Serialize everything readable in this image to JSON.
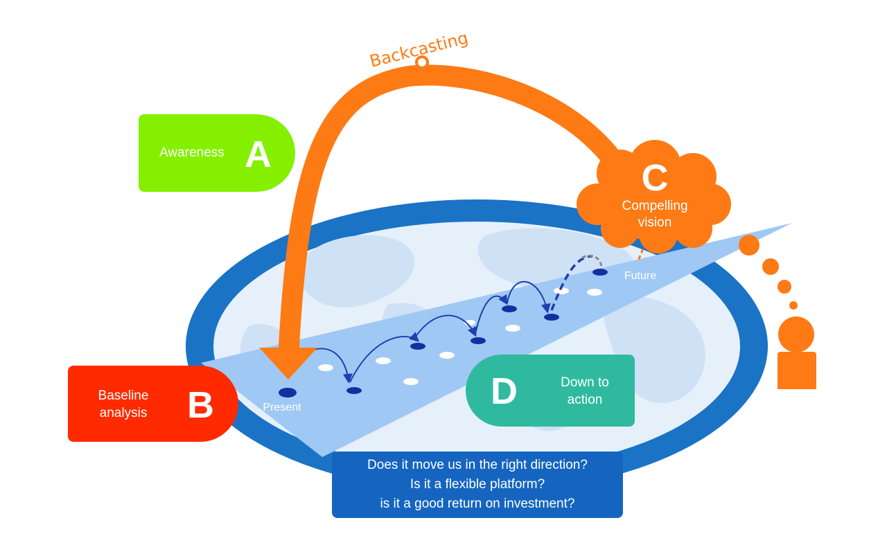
{
  "backcasting": {
    "label": "Backcasting"
  },
  "box_a": {
    "label": "Awareness",
    "letter": "A",
    "color": "#84f000"
  },
  "box_b": {
    "label_line1": "Baseline",
    "label_line2": "analysis",
    "letter": "B",
    "color": "#ff2a00"
  },
  "cloud_c": {
    "letter": "C",
    "label_line1": "Compelling",
    "label_line2": "vision",
    "color": "#fe7a14"
  },
  "box_d": {
    "label_line1": "Down to",
    "label_line2": "action",
    "letter": "D",
    "color": "#2fba9f"
  },
  "timeline": {
    "present": "Present",
    "future": "Future"
  },
  "questions": {
    "line1": "Does it move us in the right direction?",
    "line2": "Is it a flexible platform?",
    "line3": "is it a good return on investment?",
    "color": "#1565c0"
  }
}
